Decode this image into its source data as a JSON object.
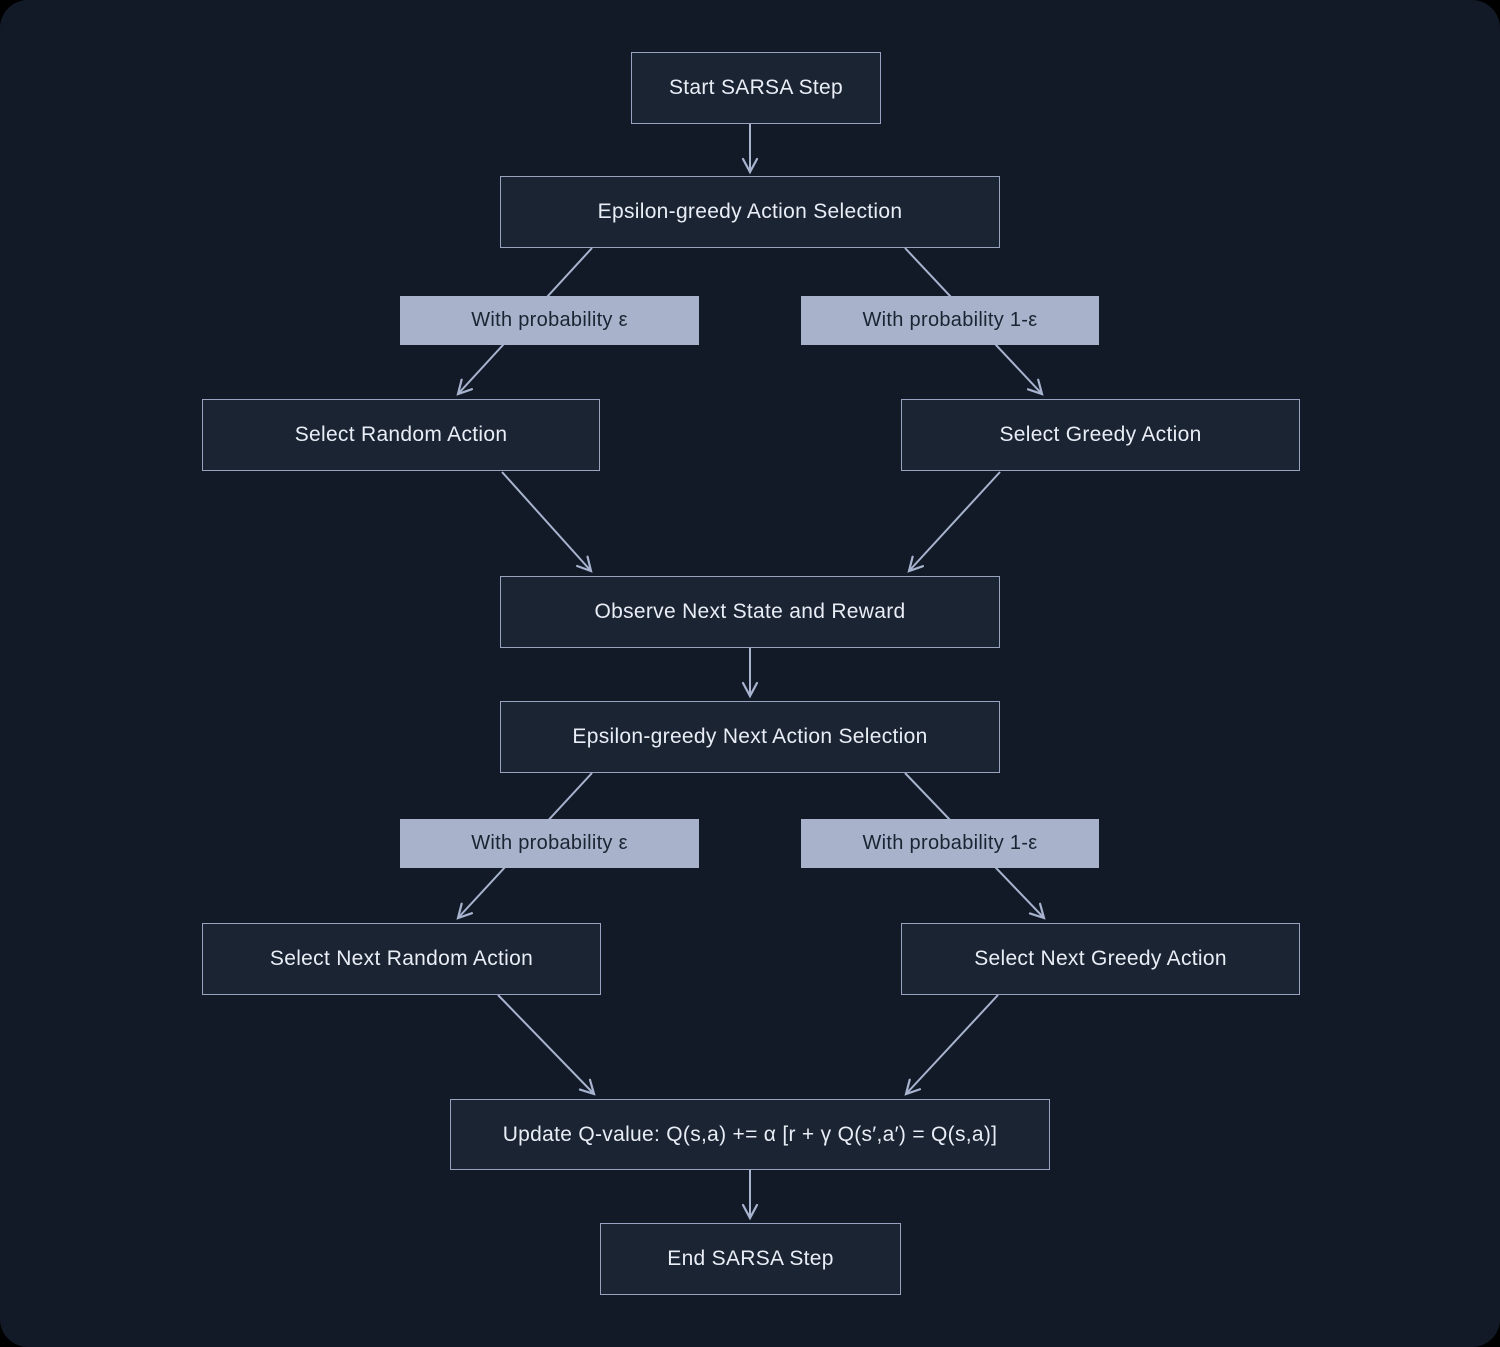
{
  "diagram": {
    "type": "flowchart",
    "direction": "top-down",
    "nodes": {
      "start": {
        "label": "Start SARSA Step"
      },
      "eps_action": {
        "label": "Epsilon-greedy Action Selection"
      },
      "select_random": {
        "label": "Select Random Action"
      },
      "select_greedy": {
        "label": "Select Greedy Action"
      },
      "observe": {
        "label": "Observe Next State and Reward"
      },
      "eps_next_action": {
        "label": "Epsilon-greedy Next Action Selection"
      },
      "select_next_random": {
        "label": "Select Next Random Action"
      },
      "select_next_greedy": {
        "label": "Select Next Greedy Action"
      },
      "update_q": {
        "label": "Update Q-value: Q(s,a) += α [r + γ Q(s′,a′) = Q(s,a)]"
      },
      "end": {
        "label": "End SARSA Step"
      }
    },
    "edges": [
      {
        "from": "start",
        "to": "eps_action"
      },
      {
        "from": "eps_action",
        "to": "select_random",
        "label": "With probability ε"
      },
      {
        "from": "eps_action",
        "to": "select_greedy",
        "label": "With probability 1-ε"
      },
      {
        "from": "select_random",
        "to": "observe"
      },
      {
        "from": "select_greedy",
        "to": "observe"
      },
      {
        "from": "observe",
        "to": "eps_next_action"
      },
      {
        "from": "eps_next_action",
        "to": "select_next_random",
        "label": "With probability ε"
      },
      {
        "from": "eps_next_action",
        "to": "select_next_greedy",
        "label": "With probability 1-ε"
      },
      {
        "from": "select_next_random",
        "to": "update_q"
      },
      {
        "from": "select_next_greedy",
        "to": "update_q"
      },
      {
        "from": "update_q",
        "to": "end"
      }
    ],
    "colors": {
      "canvas_bg": "#121a28",
      "node_fill": "#1b2433",
      "node_border": "#97a3bf",
      "node_text": "#e9edf5",
      "edge_label_fill": "#a8b2ca",
      "edge_label_text": "#1b2433",
      "arrow": "#a8b4cf"
    }
  }
}
